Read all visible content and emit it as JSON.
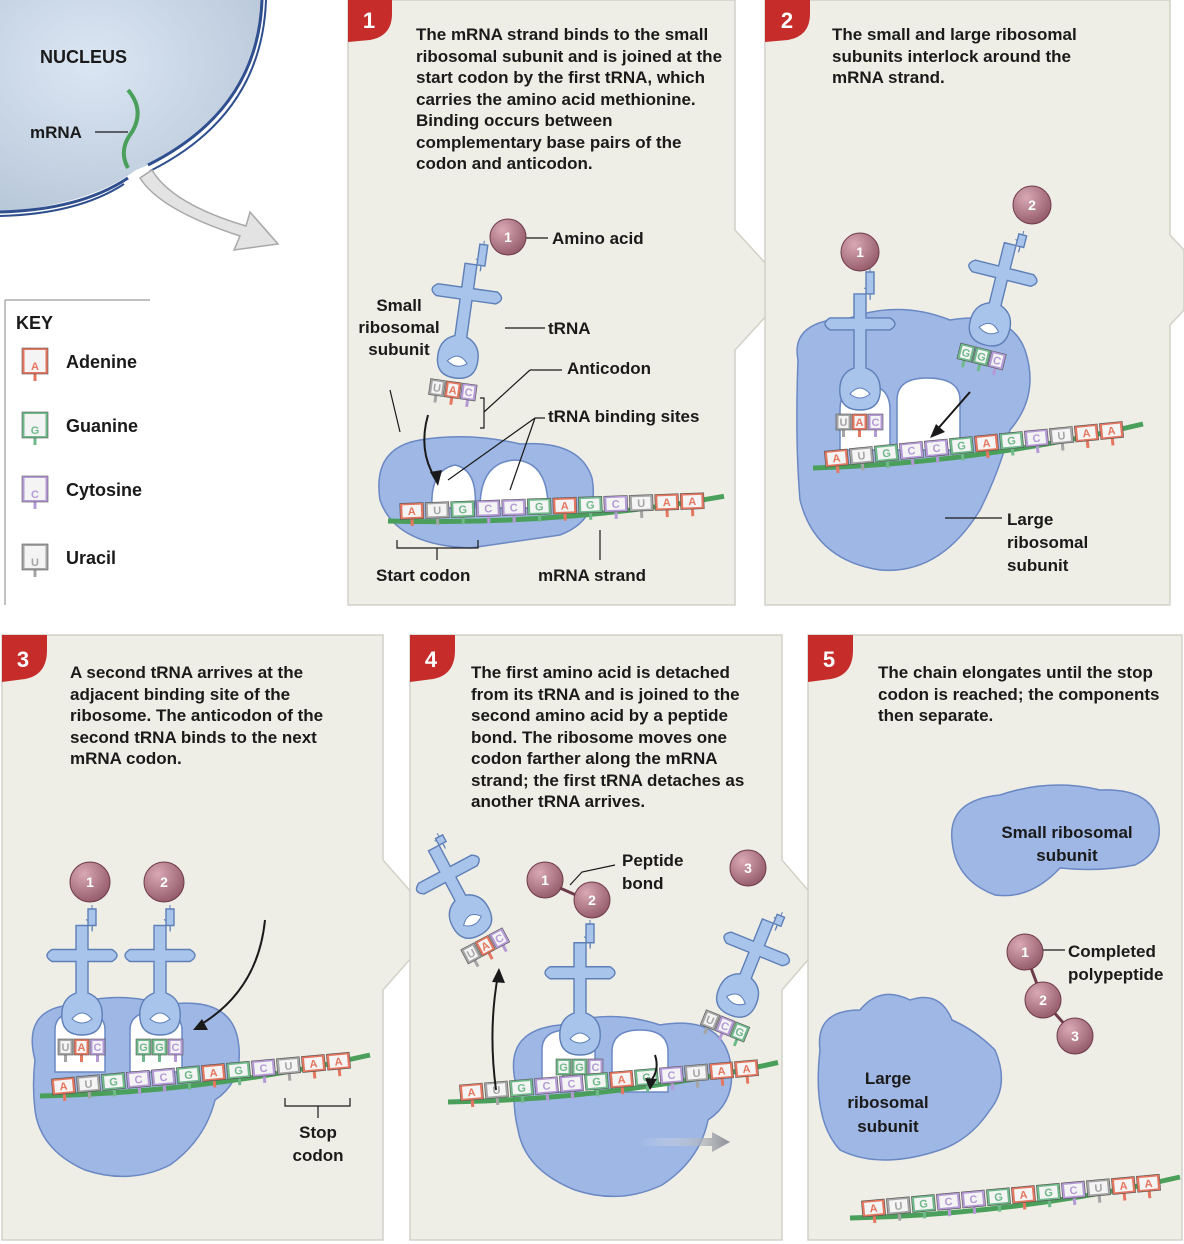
{
  "colors": {
    "adenine": "#e5765f",
    "guanine": "#6fb98a",
    "cytosine": "#b49ad6",
    "uracil": "#a5a5a5",
    "ribosome": "#9fb7e4",
    "trna": "#a9c4ea",
    "mrna": "#4aa05a",
    "amino": "#b57a8b",
    "badge": "#c62d2a"
  },
  "nucleus": {
    "title": "NUCLEUS",
    "mrna_label": "mRNA"
  },
  "key": {
    "title": "KEY",
    "items": [
      {
        "letter": "A",
        "name": "Adenine"
      },
      {
        "letter": "G",
        "name": "Guanine"
      },
      {
        "letter": "C",
        "name": "Cytosine"
      },
      {
        "letter": "U",
        "name": "Uracil"
      }
    ]
  },
  "steps": [
    {
      "number": "1",
      "text": "The mRNA strand binds to the small ribosomal subunit and is joined at the start codon by the first tRNA, which carries the amino acid methionine. Binding occurs between complementary base pairs of the codon and anticodon.",
      "labels": {
        "amino_acid": "Amino acid",
        "small_subunit": "Small ribosomal subunit",
        "trna": "tRNA",
        "anticodon": "Anticodon",
        "binding_sites": "tRNA binding sites",
        "start_codon": "Start codon",
        "mrna_strand": "mRNA strand"
      }
    },
    {
      "number": "2",
      "text": "The small and large ribosomal subunits interlock around the mRNA strand.",
      "labels": {
        "large_subunit": "Large ribosomal subunit"
      }
    },
    {
      "number": "3",
      "text": "A second tRNA arrives at the adjacent binding site of the ribosome. The anticodon of the second tRNA binds to the next mRNA codon.",
      "labels": {
        "stop_codon": "Stop codon"
      }
    },
    {
      "number": "4",
      "text": "The first amino acid is detached from its tRNA and is joined to the second amino acid by a peptide bond. The ribosome moves one codon farther along the mRNA strand; the first tRNA detaches as another tRNA arrives.",
      "labels": {
        "peptide_bond": "Peptide bond"
      }
    },
    {
      "number": "5",
      "text": "The chain elongates until the stop codon is reached; the components then separate.",
      "labels": {
        "small_subunit": "Small ribosomal subunit",
        "large_subunit": "Large ribosomal subunit",
        "polypeptide": "Completed polypeptide"
      }
    }
  ],
  "mrna_sequence": [
    "A",
    "U",
    "G",
    "C",
    "C",
    "G",
    "A",
    "G",
    "C",
    "U",
    "A",
    "A"
  ],
  "anticodons": {
    "first": [
      "U",
      "A",
      "C"
    ],
    "second": [
      "G",
      "G",
      "C"
    ],
    "third": [
      "U",
      "C",
      "G"
    ]
  },
  "amino_acids": [
    "1",
    "2",
    "3"
  ]
}
